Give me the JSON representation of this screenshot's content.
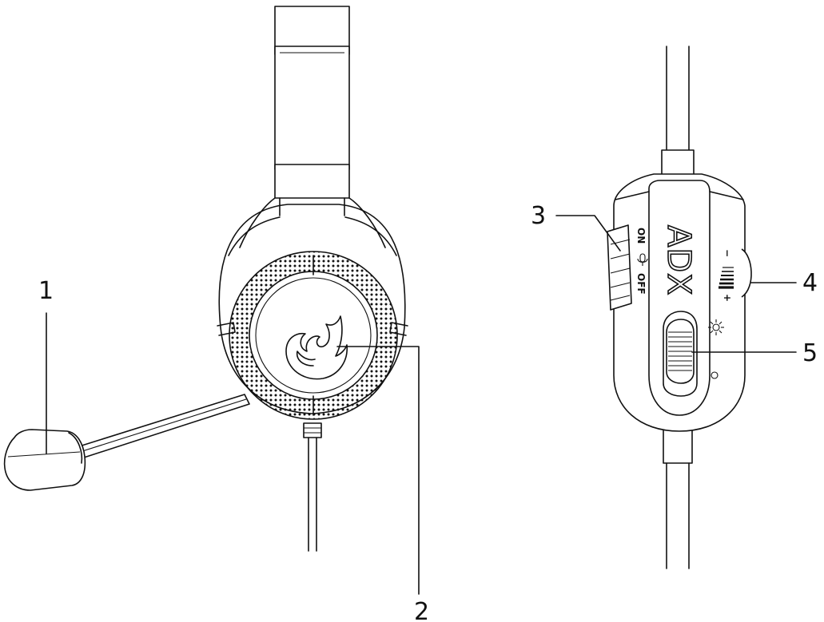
{
  "callouts": {
    "c1": "1",
    "c2": "2",
    "c3": "3",
    "c4": "4",
    "c5": "5"
  },
  "remote": {
    "logo": "ADX",
    "mic_on": "ON",
    "mic_off": "OFF",
    "vol_minus": "−",
    "vol_plus": "+"
  },
  "icons": {
    "mic_switch": "microphone-icon",
    "light": "sun-icon",
    "ear_cup_logo": "flame-icon",
    "led": "led-dot"
  }
}
